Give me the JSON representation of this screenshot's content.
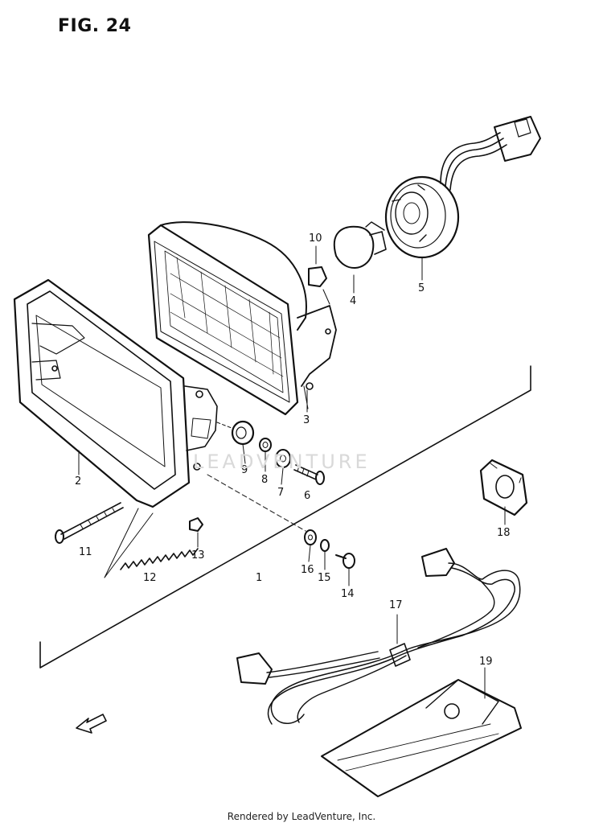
{
  "figure": {
    "title": "FIG. 24"
  },
  "watermark": "LEADVENTURE",
  "footer": "Rendered by LeadVenture, Inc.",
  "callouts": [
    "1",
    "2",
    "3",
    "4",
    "5",
    "6",
    "7",
    "8",
    "9",
    "10",
    "11",
    "12",
    "13",
    "14",
    "15",
    "16",
    "17",
    "18",
    "19"
  ],
  "parts": [
    {
      "name": "lamp-bezel-rim-icon",
      "ref": "2"
    },
    {
      "name": "lamp-unit-icon",
      "ref": "3"
    },
    {
      "name": "bulb-icon",
      "ref": "4"
    },
    {
      "name": "bulb-socket-icon",
      "ref": "5"
    },
    {
      "name": "bolt-icon",
      "ref": "6"
    },
    {
      "name": "washer-icon",
      "ref": "7"
    },
    {
      "name": "collar-icon",
      "ref": "8"
    },
    {
      "name": "cushion-icon",
      "ref": "9"
    },
    {
      "name": "nut-icon",
      "ref": "10"
    },
    {
      "name": "adjust-screw-icon",
      "ref": "11"
    },
    {
      "name": "spring-icon",
      "ref": "12"
    },
    {
      "name": "nut-icon",
      "ref": "13"
    },
    {
      "name": "screw-icon",
      "ref": "14"
    },
    {
      "name": "lock-washer-icon",
      "ref": "15"
    },
    {
      "name": "washer-icon",
      "ref": "16"
    },
    {
      "name": "wiring-harness-icon",
      "ref": "17"
    },
    {
      "name": "grommet-icon",
      "ref": "18"
    },
    {
      "name": "pouch-icon",
      "ref": "19"
    }
  ]
}
